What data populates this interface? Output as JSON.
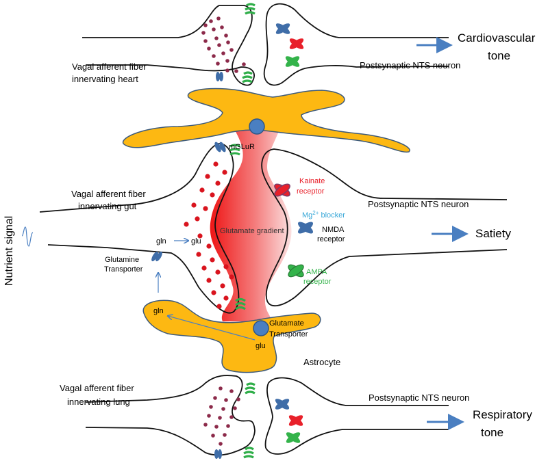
{
  "top_panel": {
    "fiber_label_1": "Vagal afferent fiber",
    "fiber_label_2": "innervating heart",
    "neuron_label": "Postsynaptic NTS neuron",
    "output_label_1": "Cardiovascular",
    "output_label_2": "tone"
  },
  "middle_panel": {
    "fiber_label_1": "Vagal afferent fiber",
    "fiber_label_2": "innervating gut",
    "neuron_label": "Postsynaptic NTS neuron",
    "output_label": "Satiety",
    "input_label": "Nutrient signal",
    "mglur": "mGLuR",
    "kainate_1": "Kainate",
    "kainate_2": "receptor",
    "mg_blocker_prefix": "Mg",
    "mg_blocker_sup": "2+",
    "mg_blocker_suffix": " blocker",
    "nmda_1": "NMDA",
    "nmda_2": "receptor",
    "ampa_1": "AMPA",
    "ampa_2": "receptor",
    "gradient": "Glutamate gradient",
    "gln_top": "gln",
    "glu_top": "glu",
    "glutamine_transporter_1": "Glutamine",
    "glutamine_transporter_2": "Transporter",
    "gln_astro": "gln",
    "glu_astro": "glu",
    "glutamate_transporter_1": "Glutamate",
    "glutamate_transporter_2": "Transporter",
    "astrocyte": "Astrocyte"
  },
  "bottom_panel": {
    "fiber_label_1": "Vagal afferent fiber",
    "fiber_label_2": "innervating lung",
    "neuron_label": "Postsynaptic NTS neuron",
    "output_label_1": "Respiratory",
    "output_label_2": "tone"
  },
  "colors": {
    "astrocyte": "#FDB812",
    "astrocyte_stroke": "#3D5A7A",
    "kainate": "#E8202A",
    "nmda": "#3F6DA8",
    "ampa": "#33B34A",
    "mglur": "#3F6DA8",
    "vesicle_dark": "#8C2A4A",
    "vesicle_red": "#D9141E",
    "gradient": "#F01C1C",
    "arrow": "#4A7FC1",
    "blue_text": "#3AA8D8"
  }
}
